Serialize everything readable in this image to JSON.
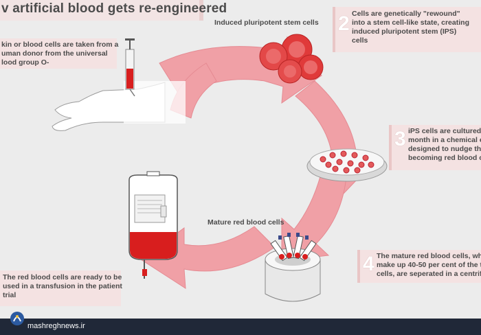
{
  "title": "v artificial blood gets re-engineered",
  "steps": [
    {
      "number": "",
      "text": "kin or blood cells are taken from a\numan donor from the universal\nlood group O-"
    },
    {
      "number": "2",
      "text": "Cells are genetically \"rewound\"\ninto a stem cell-like state, creating\ninduced pluripotent stem (IPS)\ncells"
    },
    {
      "number": "3",
      "text": "iPS cells are cultured fo\nmonth in a chemical en\ndesigned to nudge the\nbecoming red blood ce"
    },
    {
      "number": "4",
      "text": "The mature red blood cells, which\nmake up 40-50 per cent of the tot\ncells, are seperated in a centrifug"
    },
    {
      "number": "",
      "text": "The red blood cells are ready to be\nused in a transfusion in the patient\ntrial"
    }
  ],
  "labels": {
    "stem_cells": "Induced pluripotent stem cells",
    "mature_cells": "Mature red blood cells"
  },
  "footer": {
    "site": "mashreghnews.ir"
  },
  "colors": {
    "arrow": "#f0a0a6",
    "cell": "#e03a3a",
    "blood": "#d81e1e"
  }
}
